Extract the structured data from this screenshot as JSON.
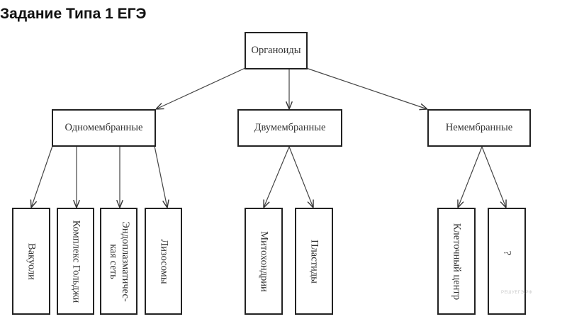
{
  "title": "Задание Типа 1 ЕГЭ",
  "diagram": {
    "root": "Органоиды",
    "groups": [
      {
        "label": "Одномембранные",
        "children": [
          "Вакуоли",
          "Комплекс Гольджи",
          "Эндоплазматичес-\nкая сеть",
          "Лизосомы"
        ]
      },
      {
        "label": "Двумембранные",
        "children": [
          "Митохондрии",
          "Пластиды"
        ]
      },
      {
        "label": "Немембранные",
        "children": [
          "Клеточный центр",
          "?"
        ]
      }
    ]
  },
  "watermark": "РЕШУЕГЭ.РФ"
}
